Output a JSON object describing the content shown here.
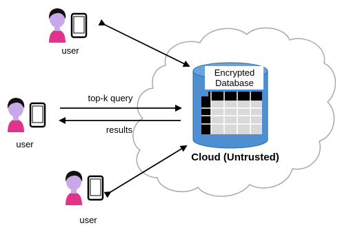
{
  "users": [
    {
      "label": "user"
    },
    {
      "label": "user"
    },
    {
      "label": "user"
    }
  ],
  "cloud": {
    "label": "Cloud (Untrusted)"
  },
  "database": {
    "label_line1": "Encrypted",
    "label_line2": "Database"
  },
  "arrows": {
    "query_label": "top-k query",
    "results_label": "results"
  },
  "colors": {
    "cylinder": "#4d8fd0",
    "cylinder_top": "#6aa4dc",
    "user_body": "#e0348c",
    "user_face": "#c8a8e8",
    "user_hair": "#111111",
    "table_dark": "#000000",
    "table_light": "#d9d9d9"
  }
}
